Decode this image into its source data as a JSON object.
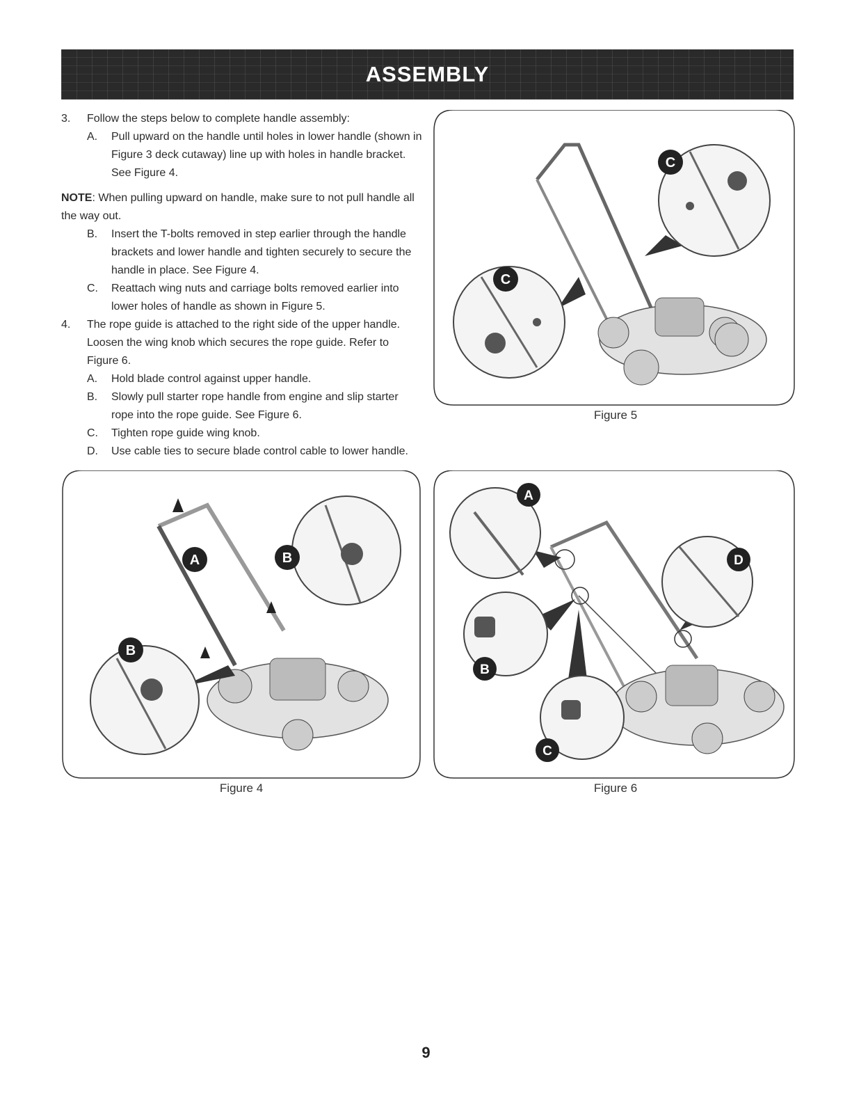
{
  "header": {
    "title": "ASSEMBLY"
  },
  "steps": {
    "s3": {
      "num": "3.",
      "text": "Follow the steps below to complete handle assembly:",
      "A": {
        "letter": "A.",
        "text": "Pull upward on the handle until holes in lower handle (shown in Figure 3 deck cutaway) line up with holes in handle bracket. See Figure 4."
      },
      "note_label": "NOTE",
      "note_text": ": When pulling upward on handle, make sure to not pull handle all the way out.",
      "B": {
        "letter": "B.",
        "text": "Insert the T-bolts removed in step earlier through the handle brackets and lower handle and tighten securely to secure the handle in place. See Figure 4."
      },
      "C": {
        "letter": "C.",
        "text": "Reattach wing nuts and carriage bolts removed earlier into lower holes of handle as shown in Figure 5."
      }
    },
    "s4": {
      "num": "4.",
      "text": "The rope guide is attached to the right side of the upper handle. Loosen the wing knob which secures the rope guide. Refer to Figure 6.",
      "A": {
        "letter": "A.",
        "text": "Hold blade control against upper handle."
      },
      "B": {
        "letter": "B.",
        "text": "Slowly pull starter rope handle from engine and slip starter rope into the rope guide. See Figure 6."
      },
      "C": {
        "letter": "C.",
        "text": "Tighten rope guide wing knob."
      },
      "D": {
        "letter": "D.",
        "text": "Use cable ties to secure blade control cable to lower handle."
      }
    }
  },
  "figures": {
    "fig5": {
      "caption": "Figure 5",
      "callouts": [
        "C",
        "C"
      ]
    },
    "fig4": {
      "caption": "Figure 4",
      "callouts": [
        "A",
        "B",
        "B"
      ]
    },
    "fig6": {
      "caption": "Figure 6",
      "callouts": [
        "A",
        "B",
        "C",
        "D"
      ]
    }
  },
  "footer": {
    "page_number": "9"
  }
}
